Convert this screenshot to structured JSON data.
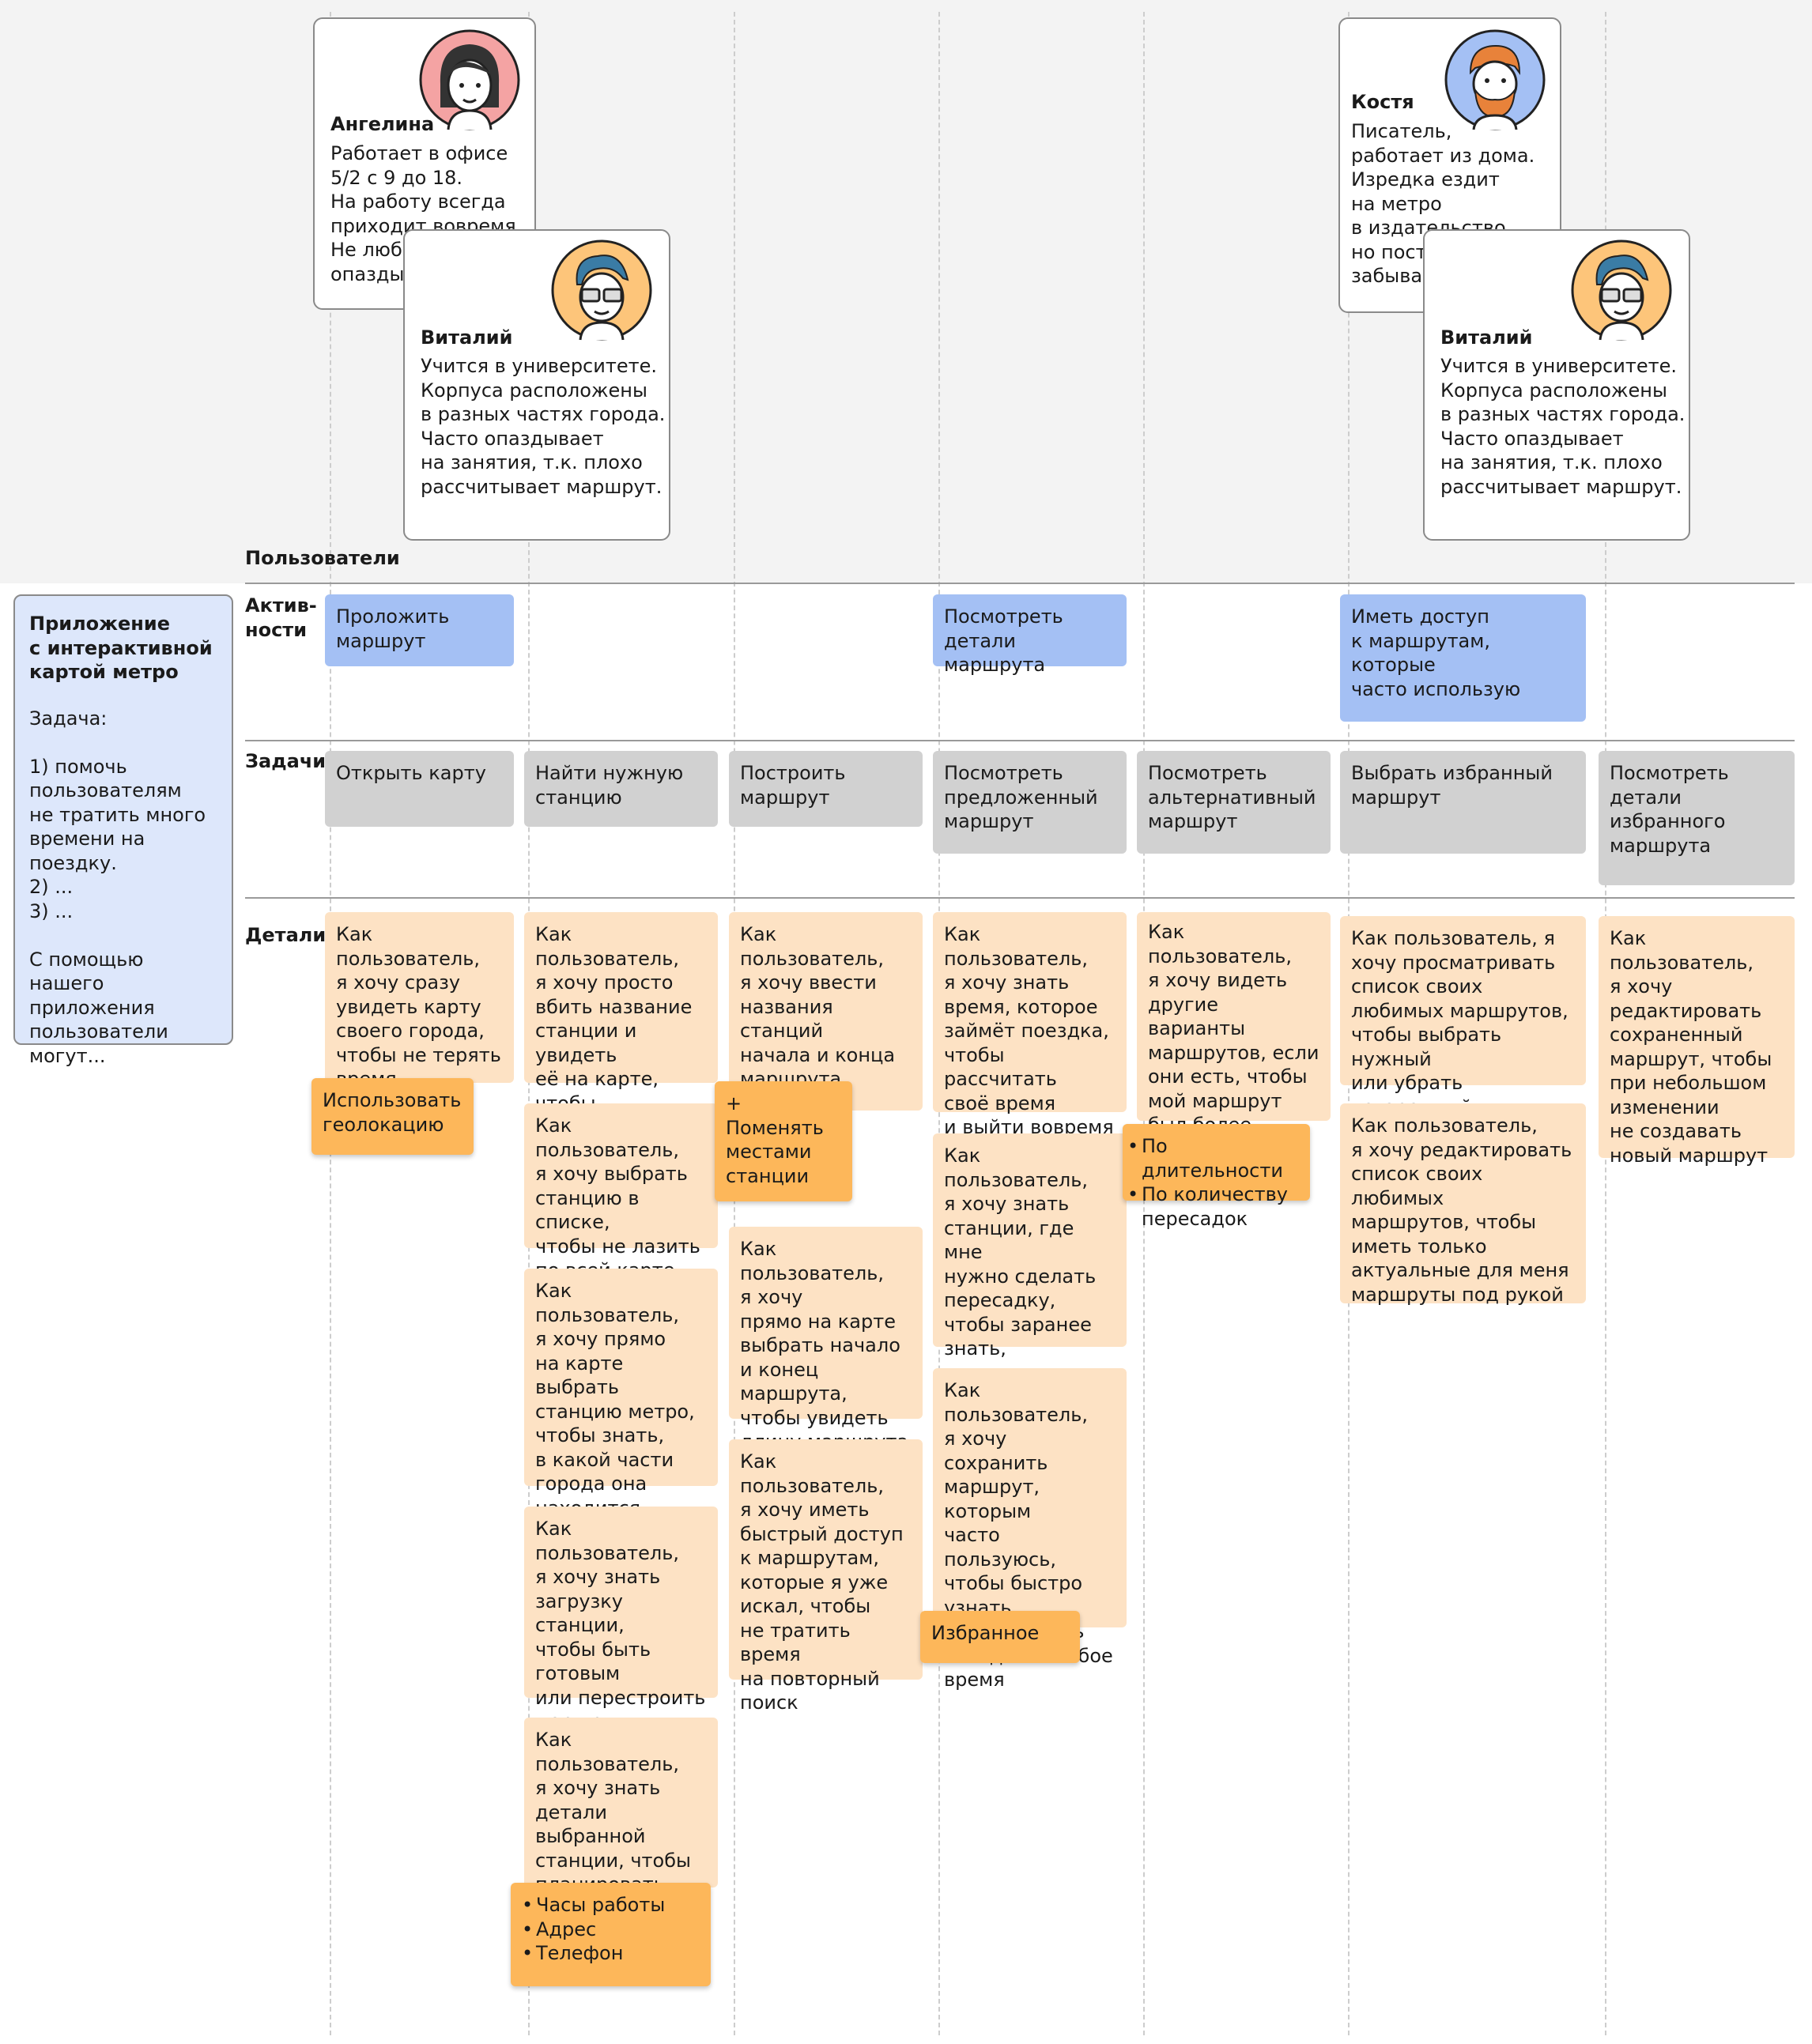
{
  "row_labels": {
    "users": "Пользователи",
    "activities": "Актив-\nности",
    "tasks": "Задачи",
    "details": "Детали"
  },
  "app": {
    "title": "Приложение\nс интерактивной\nкартой метро",
    "text": "Задача:\n\n1) помочь\nпользователям\nне тратить много\nвремени на поездку.\n2) ...\n3) ...\n\nС помощью нашего\nприложения\nпользователи\nмогут..."
  },
  "personas": [
    {
      "name": "Ангелина",
      "desc": "Работает в офисе\n5/2 с 9 до 18.\nНа работу всегда\nприходит вовремя.\nНе любит\n         опаздывать."
    },
    {
      "name": "Виталий",
      "desc": "Учится в университете.\nКорпуса расположены\nв разных частях города.\nЧасто опаздывает\nна занятия, т.к. плохо\nрассчитывает маршрут."
    },
    {
      "name": "Костя",
      "desc": "Писатель,\nработает из дома.\nИзредка ездит\nна метро\nв издательство,\nно постоянно\nзабывает маршрут."
    },
    {
      "name": "Виталий",
      "desc": "Учится в университете.\nКорпуса расположены\nв разных частях города.\nЧасто опаздывает\nна занятия, т.к. плохо\nрассчитывает маршрут."
    }
  ],
  "activities": [
    "Проложить\nмаршрут",
    "Посмотреть\nдетали маршрута",
    "Иметь доступ\nк маршрутам, которые\nчасто использую"
  ],
  "tasks": [
    "Открыть карту",
    "Найти нужную\nстанцию",
    "Построить\nмаршрут",
    "Посмотреть\nпредложенный\nмаршрут",
    "Посмотреть\nальтернативный\nмаршрут",
    "Выбрать избранный\nмаршрут",
    "Посмотреть\nдетали\nизбранного\nмаршрута"
  ],
  "details": [
    "Как пользователь,\nя хочу сразу\nувидеть карту\nсвоего города,\nчтобы не терять\nвремя",
    "Как пользователь,\nя хочу просто\nвбить название\nстанции и увидеть\nеё на карте, чтобы\nне тратить время",
    "Как пользователь,\nя хочу выбрать\nстанцию в списке,\nчтобы не лазить\nпо всей карте",
    "Как пользователь,\nя хочу прямо\nна карте выбрать\nстанцию метро,\nчтобы знать,\nв какой части\nгорода она\nнаходится",
    "Как пользователь,\nя хочу знать\nзагрузку станции,\nчтобы быть\nготовым\nили перестроить\nмаршрут",
    "Как пользователь,\nя хочу знать\nдетали выбранной\nстанции, чтобы\nпланировать\nсвой маршрут",
    "Как пользователь,\nя хочу ввести\nназвания станций\nначала и конца\nмаршрута, чтобы\nузнать его детали",
    "Как пользователь,\nя хочу\nпрямо на карте\nвыбрать начало\nи конец маршрута,\nчтобы увидеть\nдлину маршрута",
    "Как пользователь,\nя хочу иметь\nбыстрый доступ\nк маршрутам,\nкоторые я уже\nискал, чтобы\nне тратить время\nна повторный\nпоиск",
    "Как пользователь,\nя хочу знать\nвремя, которое\nзаймёт поездка,\nчтобы рассчитать\nсвоё время\nи выйти вовремя",
    "Как пользователь,\nя хочу знать\nстанции, где мне\nнужно сделать\nпересадку,\nчтобы заранее\nзнать,\nгде выходить",
    "Как пользователь,\nя хочу сохранить\nмаршрут, которым\nчасто пользуюсь,\nчтобы быстро\nузнать\nдлительность\nпоездки в любое\nвремя",
    "Как пользователь,\nя хочу видеть\nдругие варианты\nмаршрутов, если\nони есть, чтобы\nмой маршрут\nбыл более\nкомфортным",
    "Как пользователь, я\nхочу просматривать\nсписок своих\nлюбимых маршрутов,\nчтобы выбрать нужный\nили убрать устаревший",
    "Как пользователь,\nя хочу редактировать\nсписок своих любимых\nмаршрутов, чтобы\nиметь только\nактуальные для меня\nмаршруты под рукой",
    "Как пользователь,\nя хочу\nредактировать\nсохраненный\nмаршрут, чтобы\nпри небольшом\nизменении\nне создавать\nновый маршрут"
  ],
  "features": {
    "geolocation": "Использовать\nгеолокацию",
    "swap": "+\nПоменять\nместами\nстанции",
    "favorites": "Избранное",
    "sort": [
      "По длительности",
      "По количеству\n         пересадок"
    ],
    "station_info": [
      "Часы работы",
      "Адрес",
      "Телефон"
    ]
  },
  "colors": {
    "activity": "#a4c0f4",
    "task": "#d1d1d1",
    "detail": "#fde2c4",
    "feature": "#fdb75a",
    "app": "#dde7fb",
    "band": "#f3f3f3"
  }
}
